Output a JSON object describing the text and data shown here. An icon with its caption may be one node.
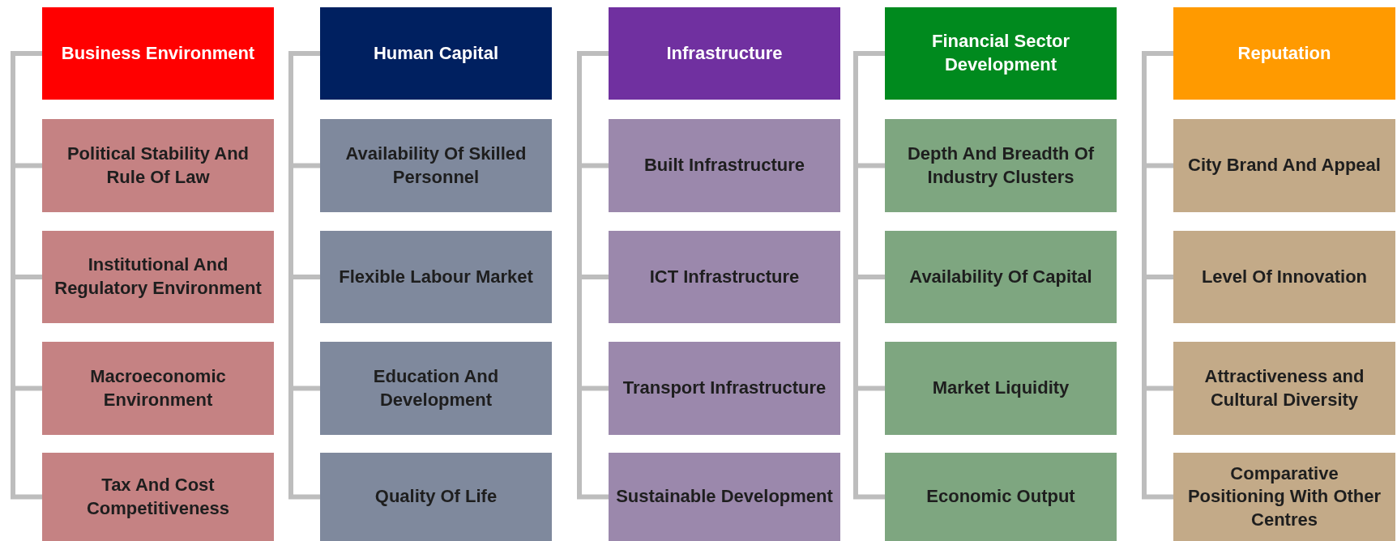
{
  "diagram": {
    "nodes": [
      {
        "text": [
          "Business Environment"
        ]
      },
      {
        "text": [
          "Political Stability And Rule Of Law"
        ]
      },
      {
        "text": [
          "Institutional And Regulatory Environment"
        ]
      },
      {
        "text": [
          "Macroeconomic Environment"
        ]
      },
      {
        "text": [
          "Tax And Cost Competitiveness"
        ]
      },
      {
        "text": [
          "Human Capital"
        ]
      },
      {
        "text": [
          "Availability Of Skilled Personnel"
        ]
      },
      {
        "text": [
          "Flexible Labour Market"
        ]
      },
      {
        "text": [
          "Education And Development"
        ]
      },
      {
        "text": [
          "Quality Of Life"
        ]
      },
      {
        "text": [
          "Infrastructure"
        ]
      },
      {
        "text": [
          "Built Infrastructure"
        ]
      },
      {
        "text": [
          "ICT Infrastructure"
        ]
      },
      {
        "text": [
          "Transport Infrastructure"
        ]
      },
      {
        "text": [
          "Sustainable Development"
        ]
      },
      {
        "text": [
          "Financial Sector Development"
        ]
      },
      {
        "text": [
          "Depth And Breadth Of Industry Clusters"
        ]
      },
      {
        "text": [
          "Availability Of Capital"
        ]
      },
      {
        "text": [
          "Market Liquidity"
        ]
      },
      {
        "text": [
          "Economic Output"
        ]
      },
      {
        "text": [
          "Reputation"
        ]
      },
      {
        "text": [
          "City Brand And Appeal"
        ]
      },
      {
        "text": [
          "Level Of Innovation"
        ]
      },
      {
        "text": [
          "Attractiveness and Cultural Diversity"
        ]
      },
      {
        "text": [
          "Comparative Positioning With Other Centres"
        ]
      }
    ],
    "edges": [
      {
        "from": 0,
        "to": 1,
        "arrow": "none"
      },
      {
        "from": 0,
        "to": 2,
        "arrow": "none"
      },
      {
        "from": 0,
        "to": 3,
        "arrow": "none"
      },
      {
        "from": 0,
        "to": 4,
        "arrow": "none"
      },
      {
        "from": 5,
        "to": 6,
        "arrow": "none"
      },
      {
        "from": 5,
        "to": 7,
        "arrow": "none"
      },
      {
        "from": 5,
        "to": 8,
        "arrow": "none"
      },
      {
        "from": 5,
        "to": 9,
        "arrow": "none"
      },
      {
        "from": 10,
        "to": 11,
        "arrow": "none"
      },
      {
        "from": 10,
        "to": 12,
        "arrow": "none"
      },
      {
        "from": 10,
        "to": 13,
        "arrow": "none"
      },
      {
        "from": 10,
        "to": 14,
        "arrow": "none"
      },
      {
        "from": 15,
        "to": 16,
        "arrow": "none"
      },
      {
        "from": 15,
        "to": 17,
        "arrow": "none"
      },
      {
        "from": 15,
        "to": 18,
        "arrow": "none"
      },
      {
        "from": 15,
        "to": 19,
        "arrow": "none"
      },
      {
        "from": 20,
        "to": 21,
        "arrow": "none"
      },
      {
        "from": 20,
        "to": 22,
        "arrow": "none"
      },
      {
        "from": 20,
        "to": 23,
        "arrow": "none"
      },
      {
        "from": 20,
        "to": 24,
        "arrow": "none"
      }
    ]
  }
}
